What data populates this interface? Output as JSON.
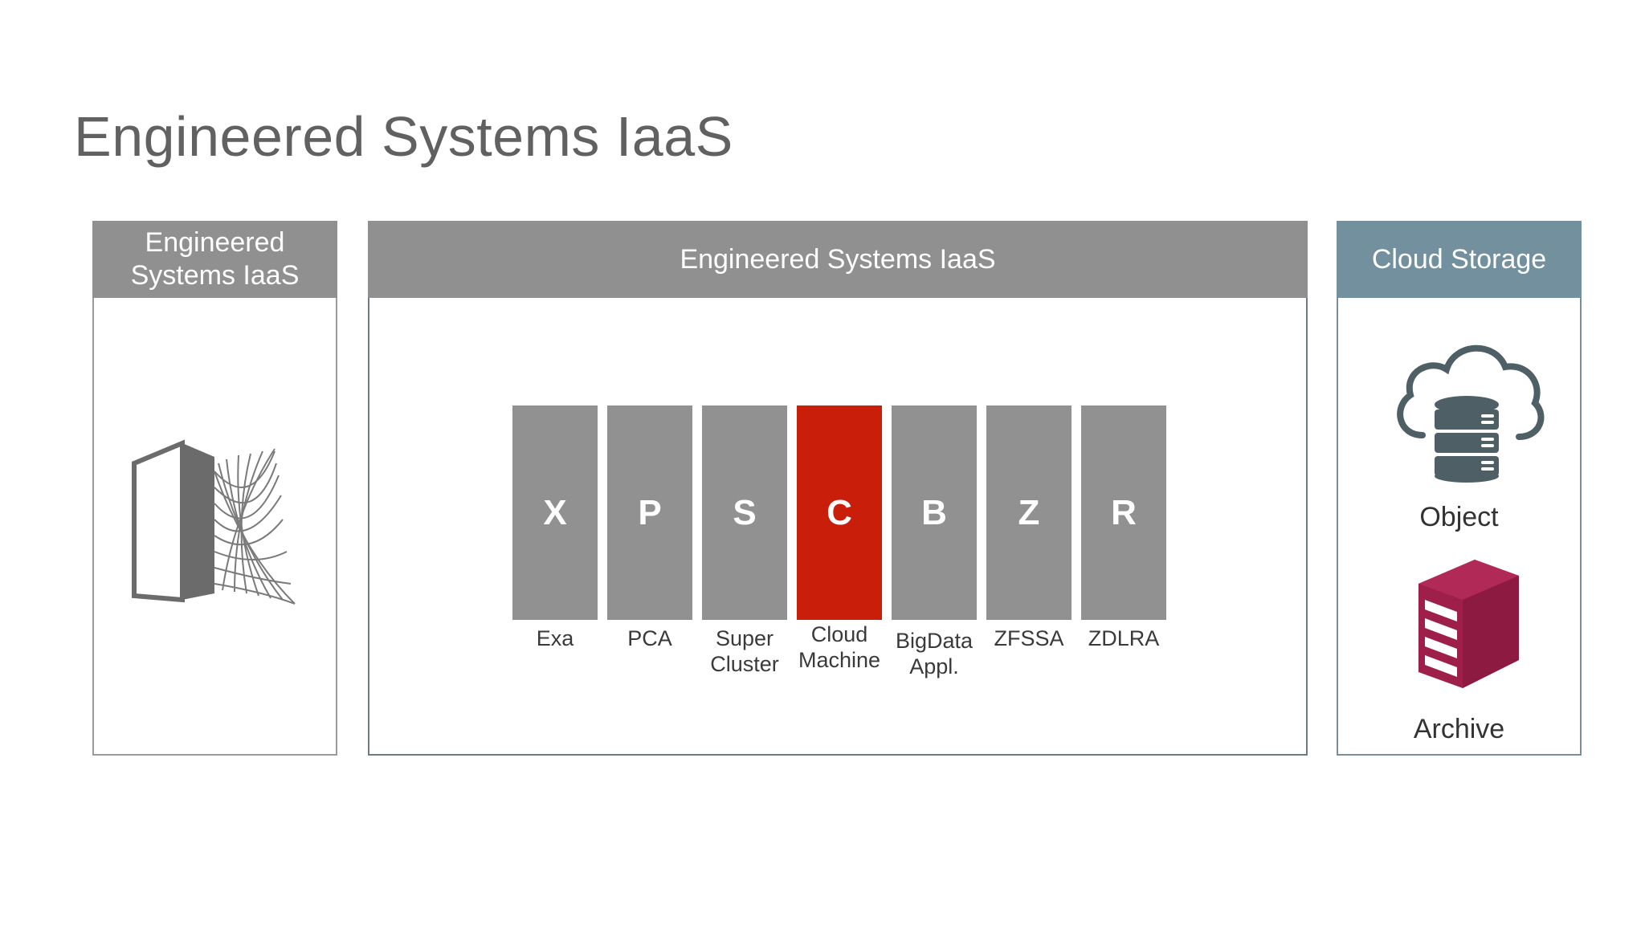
{
  "slide": {
    "title": "Engineered Systems IaaS"
  },
  "left_panel": {
    "header": "Engineered\nSystems IaaS",
    "icon": "engineered-system-rack-icon"
  },
  "middle_panel": {
    "header": "Engineered Systems IaaS",
    "tiles": [
      {
        "letter": "X",
        "label": "Exa",
        "active": false
      },
      {
        "letter": "P",
        "label": "PCA",
        "active": false
      },
      {
        "letter": "S",
        "label": "Super\nCluster",
        "active": false
      },
      {
        "letter": "C",
        "label": "Cloud\nMachine",
        "active": true
      },
      {
        "letter": "B",
        "label": "BigData\nAppl.",
        "active": false
      },
      {
        "letter": "Z",
        "label": "ZFSSA",
        "active": false
      },
      {
        "letter": "R",
        "label": "ZDLRA",
        "active": false
      }
    ]
  },
  "right_panel": {
    "header": "Cloud Storage",
    "items": [
      {
        "label": "Object",
        "icon": "cloud-database-icon"
      },
      {
        "label": "Archive",
        "icon": "archive-box-icon"
      }
    ]
  },
  "colors": {
    "title_text": "#616161",
    "header_gray": "#909090",
    "header_storage": "#72909d",
    "tile_gray": "#919191",
    "tile_active": "#c91e0a",
    "cloud_icon": "#4f5f66",
    "archive_icon": "#9e1f4a"
  }
}
